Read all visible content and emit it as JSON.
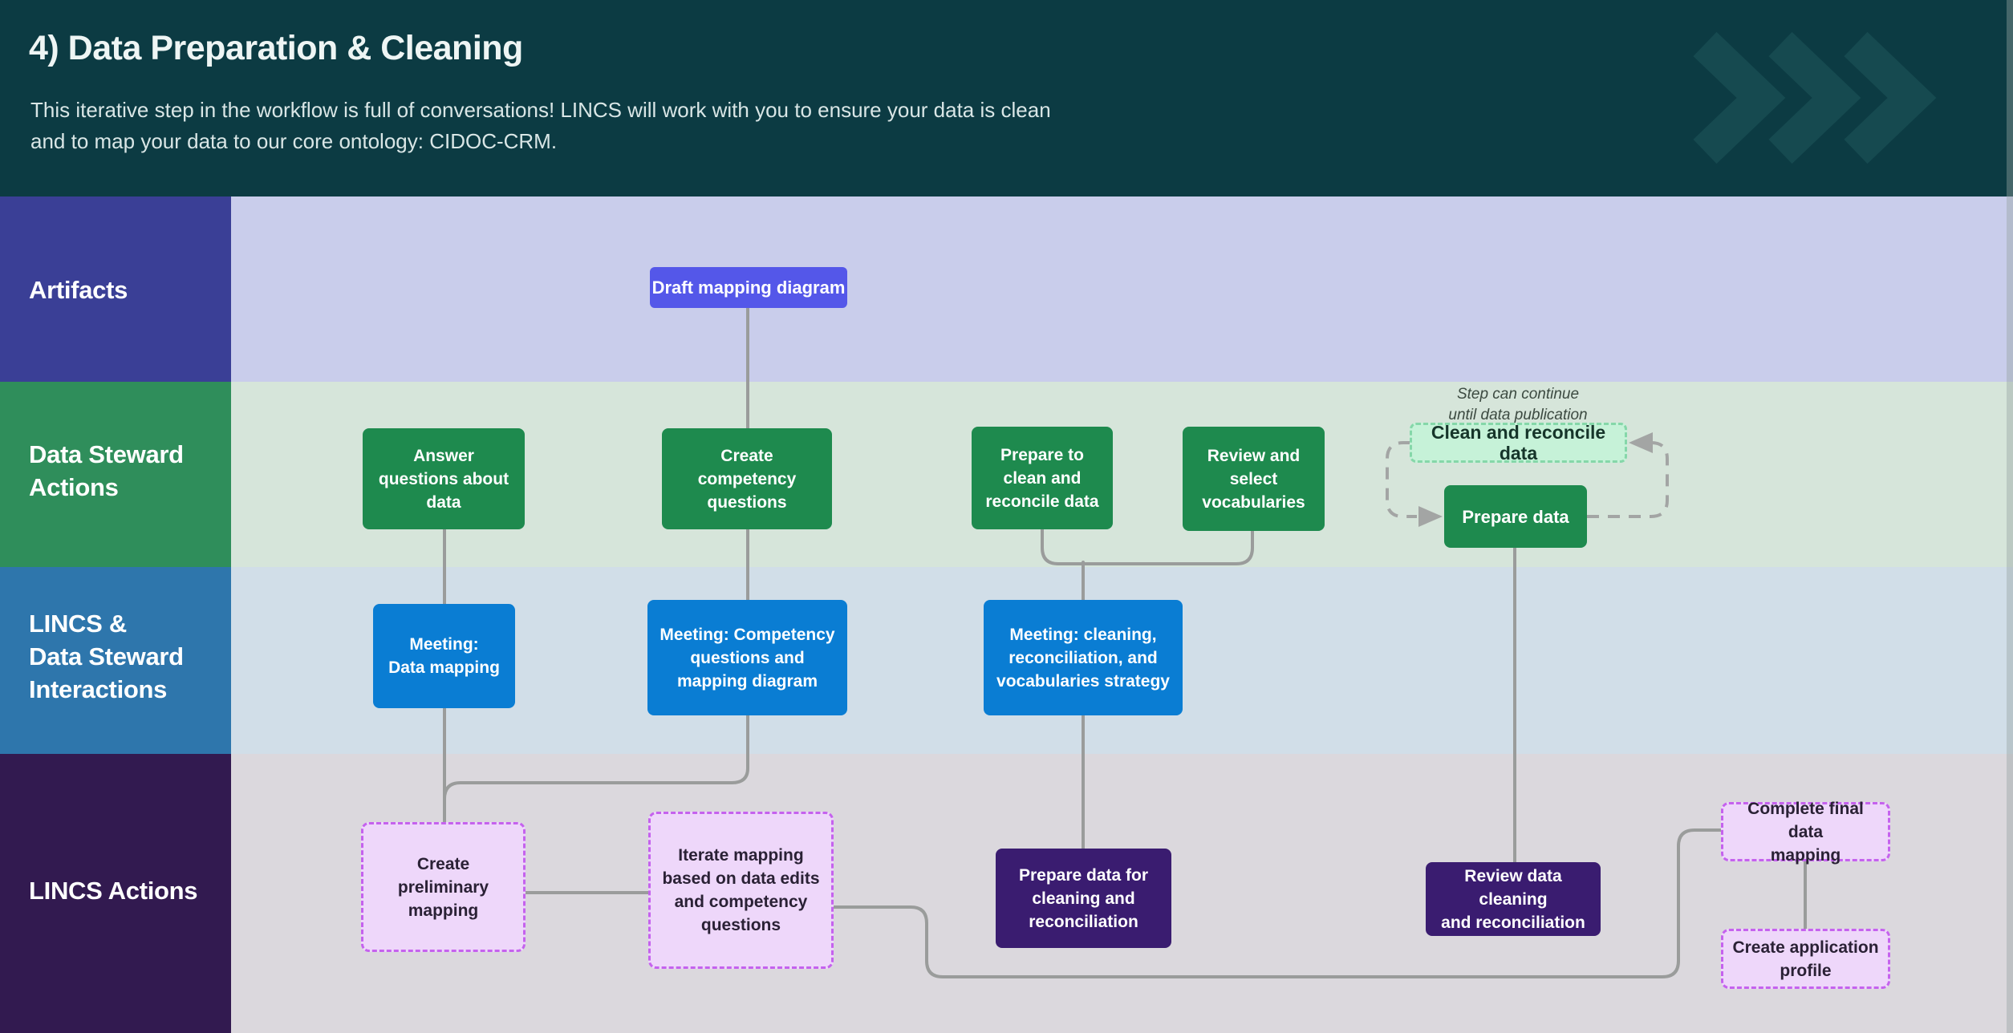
{
  "header": {
    "title": "4) Data Preparation & Cleaning",
    "subtitle": "This iterative step in the workflow is full of conversations! LINCS will work with you to ensure your data is clean\nand to map your data to our core ontology: CIDOC-CRM."
  },
  "lanes": [
    {
      "label": "Artifacts",
      "label_bg": "#3a3f96",
      "bg": "#c9cdeb"
    },
    {
      "label": "Data Steward\nActions",
      "label_bg": "#2f8e5b",
      "bg": "#d6e5da"
    },
    {
      "label": "LINCS &\nData Steward\nInteractions",
      "label_bg": "#2e76ac",
      "bg": "#d1dee8"
    },
    {
      "label": "LINCS Actions",
      "label_bg": "#321a50",
      "bg": "#dbd8dd"
    }
  ],
  "nodes": {
    "draft_mapping": {
      "label": "Draft mapping diagram",
      "lane": "Artifacts",
      "style": "solid-indigo"
    },
    "answer_questions": {
      "label": "Answer\nquestions about\ndata",
      "lane": "Data Steward Actions",
      "style": "solid-green"
    },
    "create_competency": {
      "label": "Create\ncompetency\nquestions",
      "lane": "Data Steward Actions",
      "style": "solid-green"
    },
    "prepare_clean": {
      "label": "Prepare to\nclean and\nreconcile data",
      "lane": "Data Steward Actions",
      "style": "solid-green"
    },
    "review_vocab": {
      "label": "Review and\nselect\nvocabularies",
      "lane": "Data Steward Actions",
      "style": "solid-green"
    },
    "clean_reconcile": {
      "label": "Clean and reconcile data",
      "lane": "Data Steward Actions",
      "style": "dashed-mint"
    },
    "prepare_data": {
      "label": "Prepare data",
      "lane": "Data Steward Actions",
      "style": "solid-green"
    },
    "meeting_data_mapping": {
      "label": "Meeting:\nData mapping",
      "lane": "LINCS & Data Steward Interactions",
      "style": "solid-blue"
    },
    "meeting_competency": {
      "label": "Meeting: Competency\nquestions and\nmapping diagram",
      "lane": "LINCS & Data Steward Interactions",
      "style": "solid-blue"
    },
    "meeting_cleaning": {
      "label": "Meeting: cleaning,\nreconciliation, and\nvocabularies strategy",
      "lane": "LINCS & Data Steward Interactions",
      "style": "solid-blue"
    },
    "create_preliminary": {
      "label": "Create\npreliminary\nmapping",
      "lane": "LINCS Actions",
      "style": "dashed-purple"
    },
    "iterate_mapping": {
      "label": "Iterate mapping\nbased on data edits\nand competency\nquestions",
      "lane": "LINCS Actions",
      "style": "dashed-purple"
    },
    "prepare_cleaning": {
      "label": "Prepare data for\ncleaning and\nreconciliation",
      "lane": "LINCS Actions",
      "style": "solid-darkpurple"
    },
    "review_cleaning": {
      "label": "Review data cleaning\nand reconciliation",
      "lane": "LINCS Actions",
      "style": "solid-darkpurple"
    },
    "complete_final": {
      "label": "Complete final data\nmapping",
      "lane": "LINCS Actions",
      "style": "dashed-purple"
    },
    "create_app_profile": {
      "label": "Create application\nprofile",
      "lane": "LINCS Actions",
      "style": "dashed-purple"
    }
  },
  "annotation": {
    "text": "Step can continue\nuntil data publication"
  },
  "colors": {
    "header_bg": "#0c3b43",
    "header_chevron": "#164a50",
    "header_title": "#eef5f4",
    "header_subtitle": "#d9e6e6",
    "solid_green": "#1e8a4e",
    "solid_blue": "#0a7dd3",
    "solid_dark_purple": "#3a1c70",
    "solid_indigo": "#5457e9",
    "mint_fill": "#c6f2d8",
    "mint_border": "#85d7a9",
    "dashed_fill": "#eed7fa",
    "dashed_border": "#c562ee",
    "connector_gray": "#9a9c9b"
  }
}
